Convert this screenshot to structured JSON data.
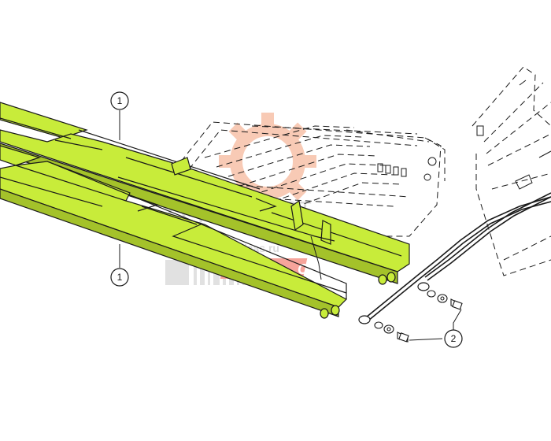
{
  "diagram": {
    "callouts": [
      {
        "id": "callout-1-top",
        "label": "1"
      },
      {
        "id": "callout-1-bottom",
        "label": "1"
      },
      {
        "id": "callout-2",
        "label": "2"
      }
    ]
  },
  "watermark": {
    "brand_main": "Агросмарт",
    "brand_sub": "Zapchasti-claas.ru",
    "brand_logo": "CLAAS"
  },
  "colors": {
    "panel_fill": "#c8ec3a",
    "outline": "#1a1a1a",
    "watermark_gear": "#f3a07a",
    "watermark_text": "#bdbdbd",
    "watermark_logo": "#ef5a4a"
  }
}
